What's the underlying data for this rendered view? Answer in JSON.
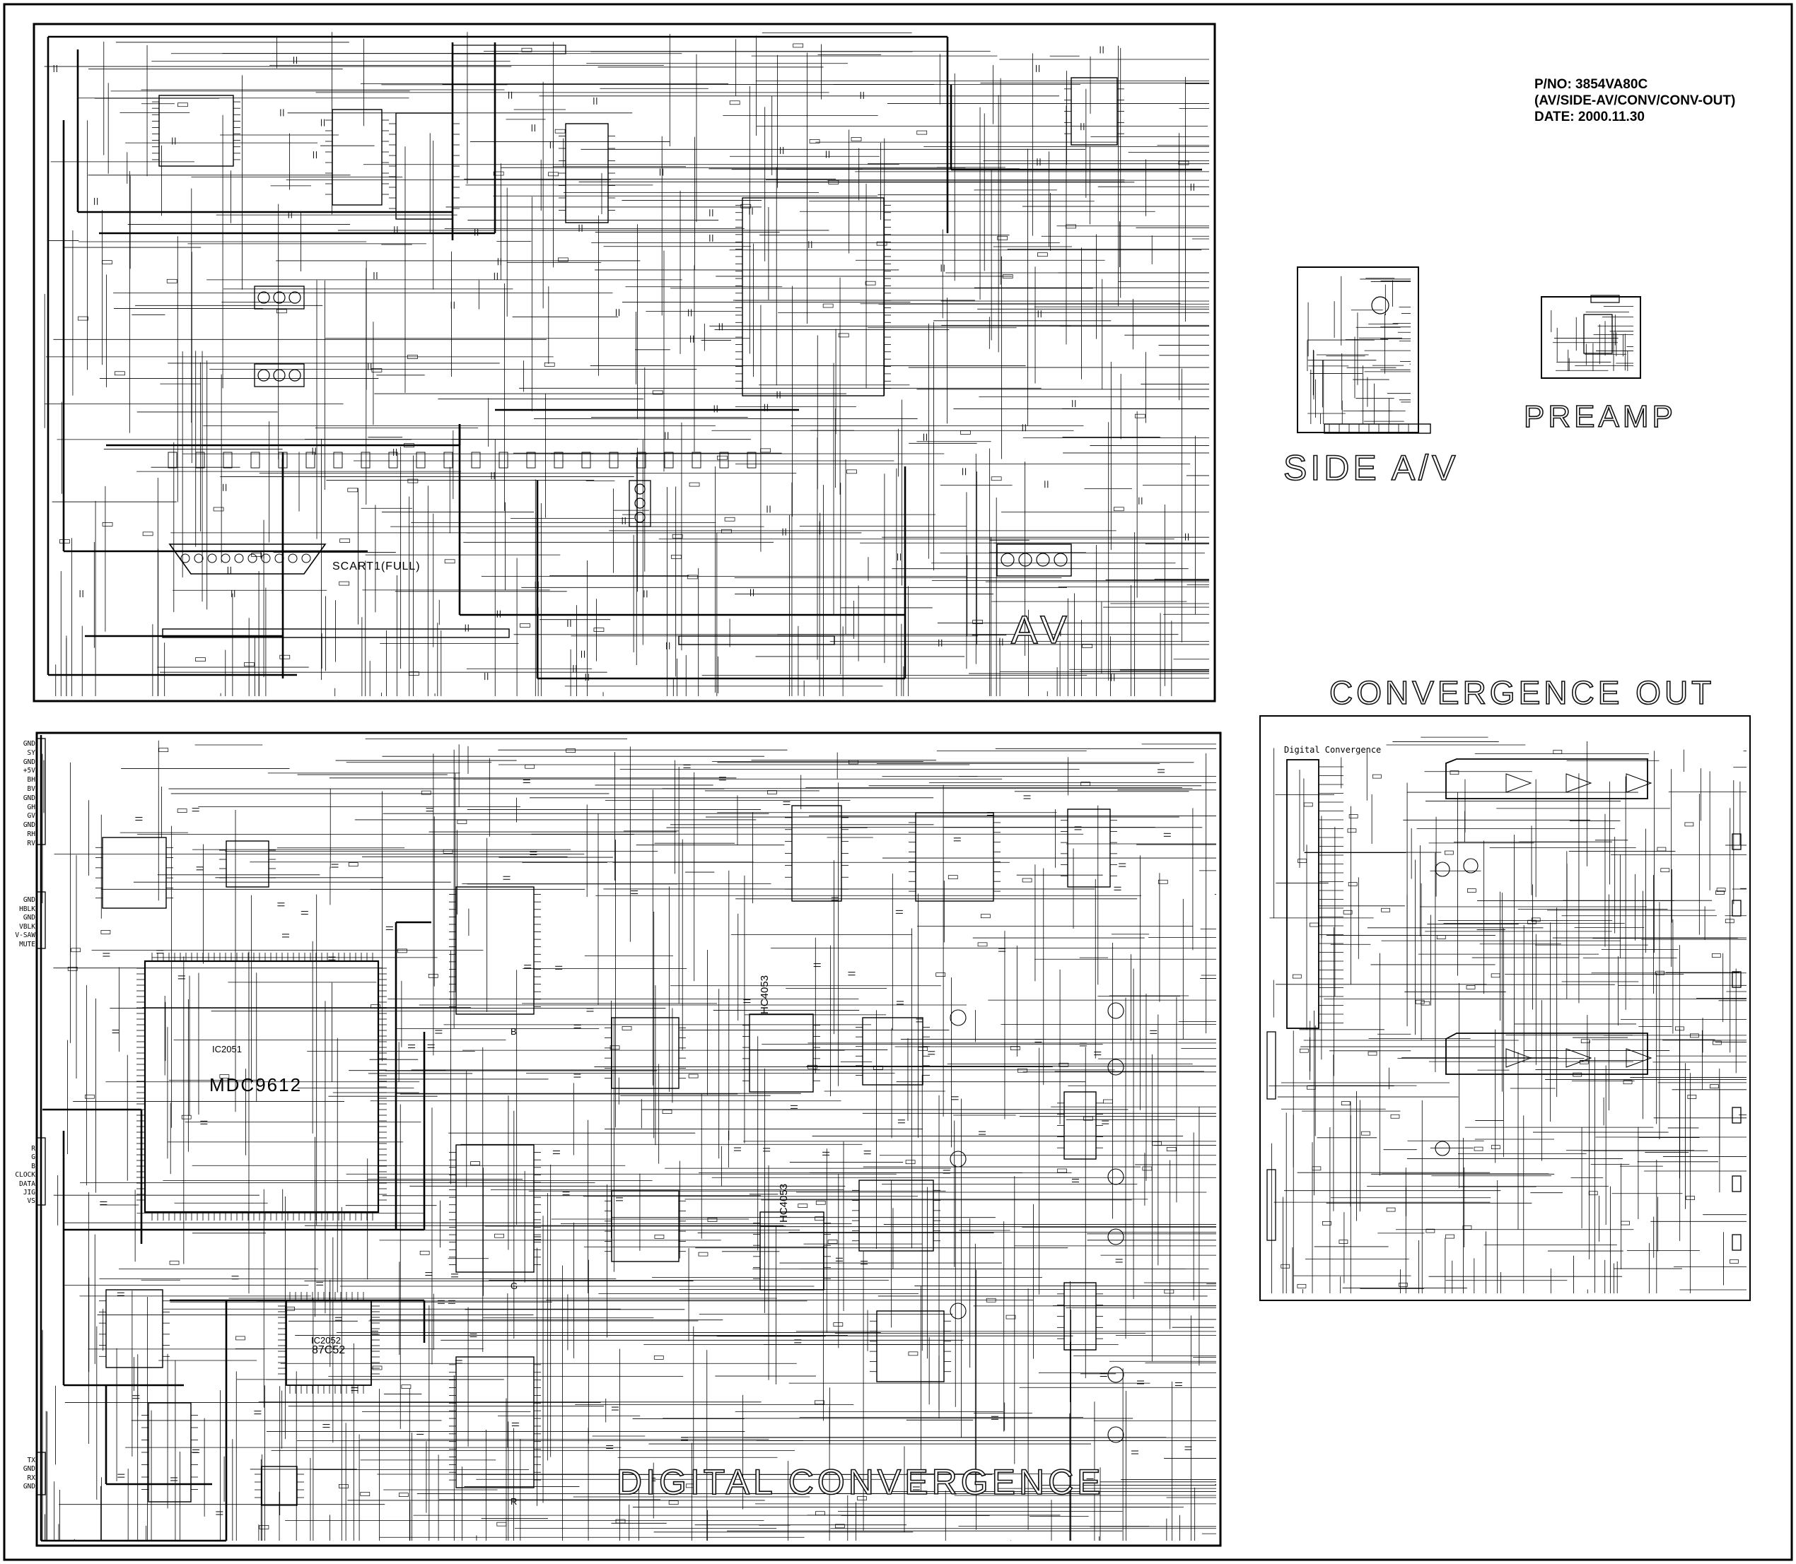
{
  "header": {
    "part_number": "P/NO: 3854VA80C",
    "description": "(AV/SIDE-AV/CONV/CONV-OUT)",
    "date": "DATE: 2000.11.30"
  },
  "sections": {
    "av": "AV",
    "digital_convergence": "DIGITAL CONVERGENCE",
    "convergence_out": "CONVERGENCE OUT",
    "side_av": "SIDE A/V",
    "preamp": "PREAMP"
  },
  "labels": {
    "scart": "SCART1(FULL)",
    "digital_convergence_sub": "Digital Convergence",
    "ic_main": "IC2051",
    "ic_main_part": "MDC9612",
    "ic_mcu": "IC2052",
    "ic_mcu_part": "87C52",
    "hc_1": "HC4053",
    "hc_2": "HC4053",
    "channel_b": "B",
    "channel_g": "G",
    "channel_r": "R"
  },
  "connectors": {
    "p2001": [
      "GND",
      "SY",
      "GND",
      "+5V",
      "BH",
      "BV",
      "GND",
      "GH",
      "GV",
      "GND",
      "RH",
      "RV"
    ],
    "p2004": [
      "GND",
      "HBLK",
      "GND",
      "VBLK",
      "V-SAW",
      "MUTE"
    ],
    "p2005": [
      "R",
      "G",
      "B",
      "CLOCK",
      "DATA",
      "JIG",
      "VS"
    ],
    "p2024": [
      "TX",
      "GND",
      "RX",
      "GND"
    ]
  }
}
